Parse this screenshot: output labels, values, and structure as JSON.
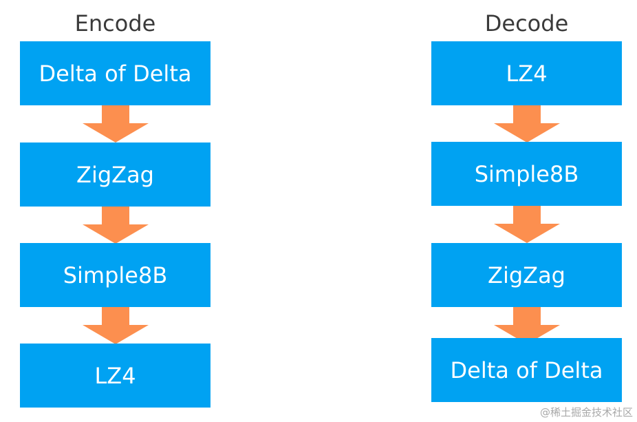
{
  "encode": {
    "title": "Encode",
    "steps": [
      "Delta of Delta",
      "ZigZag",
      "Simple8B",
      "LZ4"
    ]
  },
  "decode": {
    "title": "Decode",
    "steps": [
      "LZ4",
      "Simple8B",
      "ZigZag",
      "Delta of Delta"
    ]
  },
  "watermark": "@稀土掘金技术社区",
  "colors": {
    "box": "#00a2f2",
    "arrow": "#fc8f4f",
    "text": "#ffffff",
    "title": "#3a3a3a"
  }
}
